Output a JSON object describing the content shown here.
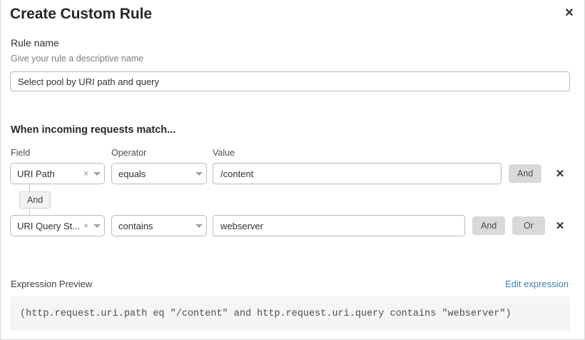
{
  "dialog": {
    "title": "Create Custom Rule",
    "close_icon": "close-icon"
  },
  "rule_name": {
    "label": "Rule name",
    "description": "Give your rule a descriptive name",
    "value": "Select pool by URI path and query"
  },
  "match": {
    "heading": "When incoming requests match...",
    "columns": {
      "field": "Field",
      "operator": "Operator",
      "value": "Value"
    },
    "rows": [
      {
        "field": "URI Path",
        "operator": "equals",
        "value": "/content",
        "clear_icon": "×",
        "chevron_icon": "chevron-down-icon",
        "buttons": [
          "And"
        ],
        "delete_icon": "✕"
      },
      {
        "field": "URI Query St...",
        "operator": "contains",
        "value": "webserver",
        "clear_icon": "×",
        "chevron_icon": "chevron-down-icon",
        "buttons": [
          "And",
          "Or"
        ],
        "delete_icon": "✕"
      }
    ],
    "connector": "And"
  },
  "expression": {
    "label": "Expression Preview",
    "edit_link": "Edit expression",
    "code": "(http.request.uri.path eq \"/content\" and http.request.uri.query contains \"webserver\")"
  },
  "colors": {
    "link": "#3c7fb1",
    "pill_bg": "#d7d9da",
    "code_bg": "#f4f5f5",
    "border": "#b6bbbf"
  }
}
